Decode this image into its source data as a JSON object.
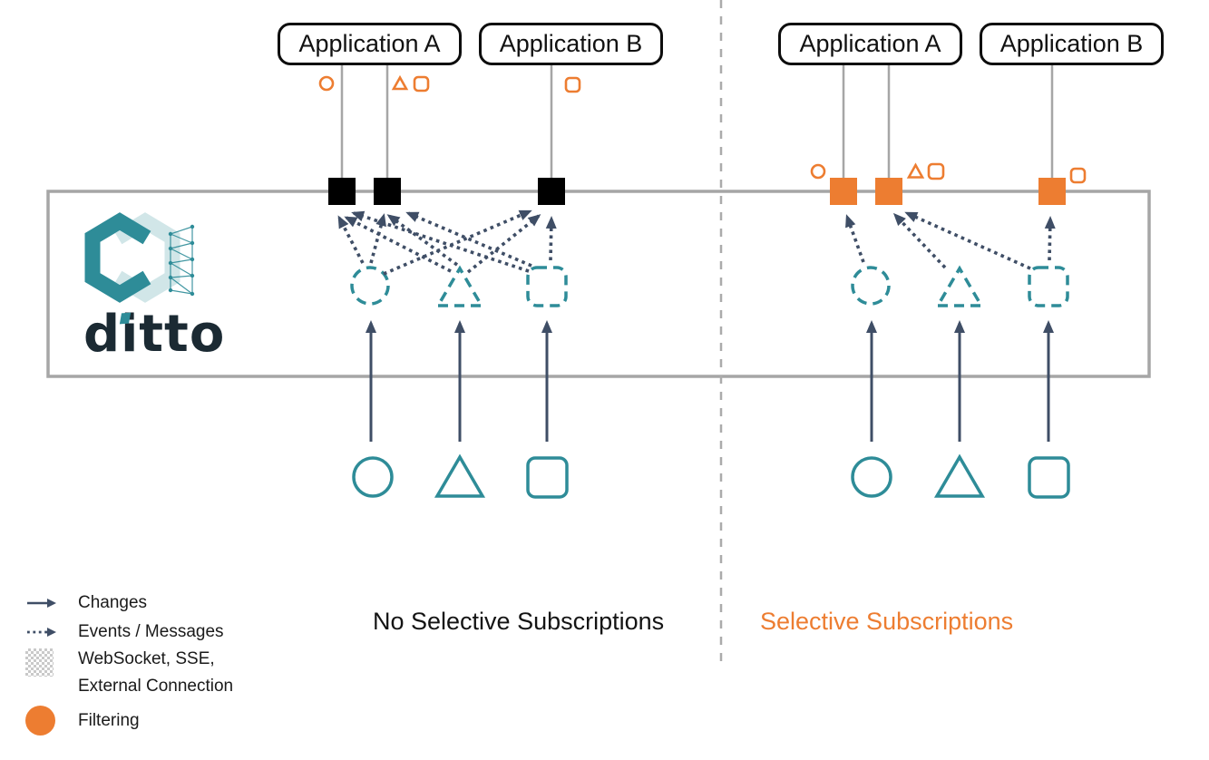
{
  "panels": {
    "left": {
      "title": "No Selective Subscriptions",
      "app_a": "Application A",
      "app_b": "Application B"
    },
    "right": {
      "title": "Selective Subscriptions",
      "app_a": "Application A",
      "app_b": "Application B"
    }
  },
  "logo": {
    "wordmark": "ditto"
  },
  "legend": {
    "items": [
      {
        "icon": "solid-arrow-icon",
        "label": "Changes"
      },
      {
        "icon": "dotted-arrow-icon",
        "label": "Events / Messages"
      },
      {
        "icon": "hatched-square-icon",
        "label_line1": "WebSocket, SSE,",
        "label_line2": "External Connection"
      },
      {
        "icon": "filled-circle-icon",
        "label": "Filtering"
      }
    ]
  },
  "colors": {
    "teal": "#2E8C98",
    "navy": "#3F4E66",
    "orange": "#ED7D31",
    "gray_border": "#A6A6A6",
    "endpoint_black": "#000000",
    "logo_dark": "#1B2A33"
  }
}
